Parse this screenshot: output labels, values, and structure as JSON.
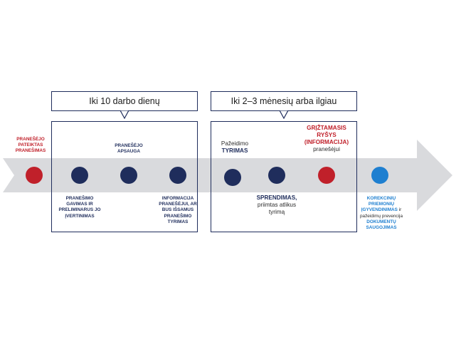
{
  "colors": {
    "navy": "#1f2d5c",
    "red": "#c0202a",
    "blue": "#1e7fd0",
    "arrow": "#d9dadd"
  },
  "phases": [
    {
      "label": "Iki 10 darbo dienų"
    },
    {
      "label": "Iki 2–3 mėnesių arba ilgiau"
    }
  ],
  "steps": [
    {
      "id": "report",
      "color": "red",
      "lines": [
        "PRANEŠĖJO",
        "PATEIKTAS",
        "PRANEŠIMAS"
      ]
    },
    {
      "id": "receipt",
      "color": "navy",
      "lines": [
        "PRANEŠIMO",
        "GAVIMAS IR",
        "PRELIMINARUS JO",
        "ĮVERTINIMAS"
      ]
    },
    {
      "id": "protection",
      "color": "navy",
      "lines": [
        "PRANEŠĖJO",
        "APSAUGA"
      ]
    },
    {
      "id": "info",
      "color": "navy",
      "lines": [
        "INFORMACIJA",
        "PRANEŠĖJUI, AR",
        "BUS IŠSAMUS",
        "PRANEŠIMO",
        "TYRIMAS"
      ]
    },
    {
      "id": "investigation",
      "color": "navy",
      "line1": "Pažeidimo",
      "line2": "TYRIMAS"
    },
    {
      "id": "decision",
      "color": "navy",
      "line1": "SPRENDIMAS,",
      "line2": "priimtas atlikus",
      "line3": "tyrimą"
    },
    {
      "id": "feedback",
      "color": "red",
      "lines": [
        "GRĮŽTAMASIS",
        "RYŠYS",
        "(INFORMACIJA)"
      ],
      "line_plain": "pranešėjui"
    },
    {
      "id": "corrective",
      "color": "blue",
      "b1": "KOREKCINIŲ",
      "b2": "PRIEMONIŲ",
      "b3": "ĮGYVENDINIMAS",
      "n3": " ir",
      "n4": "pažeidimų prevencija",
      "b5": "DOKUMENTŲ",
      "b6": "SAUGOJIMAS"
    }
  ]
}
